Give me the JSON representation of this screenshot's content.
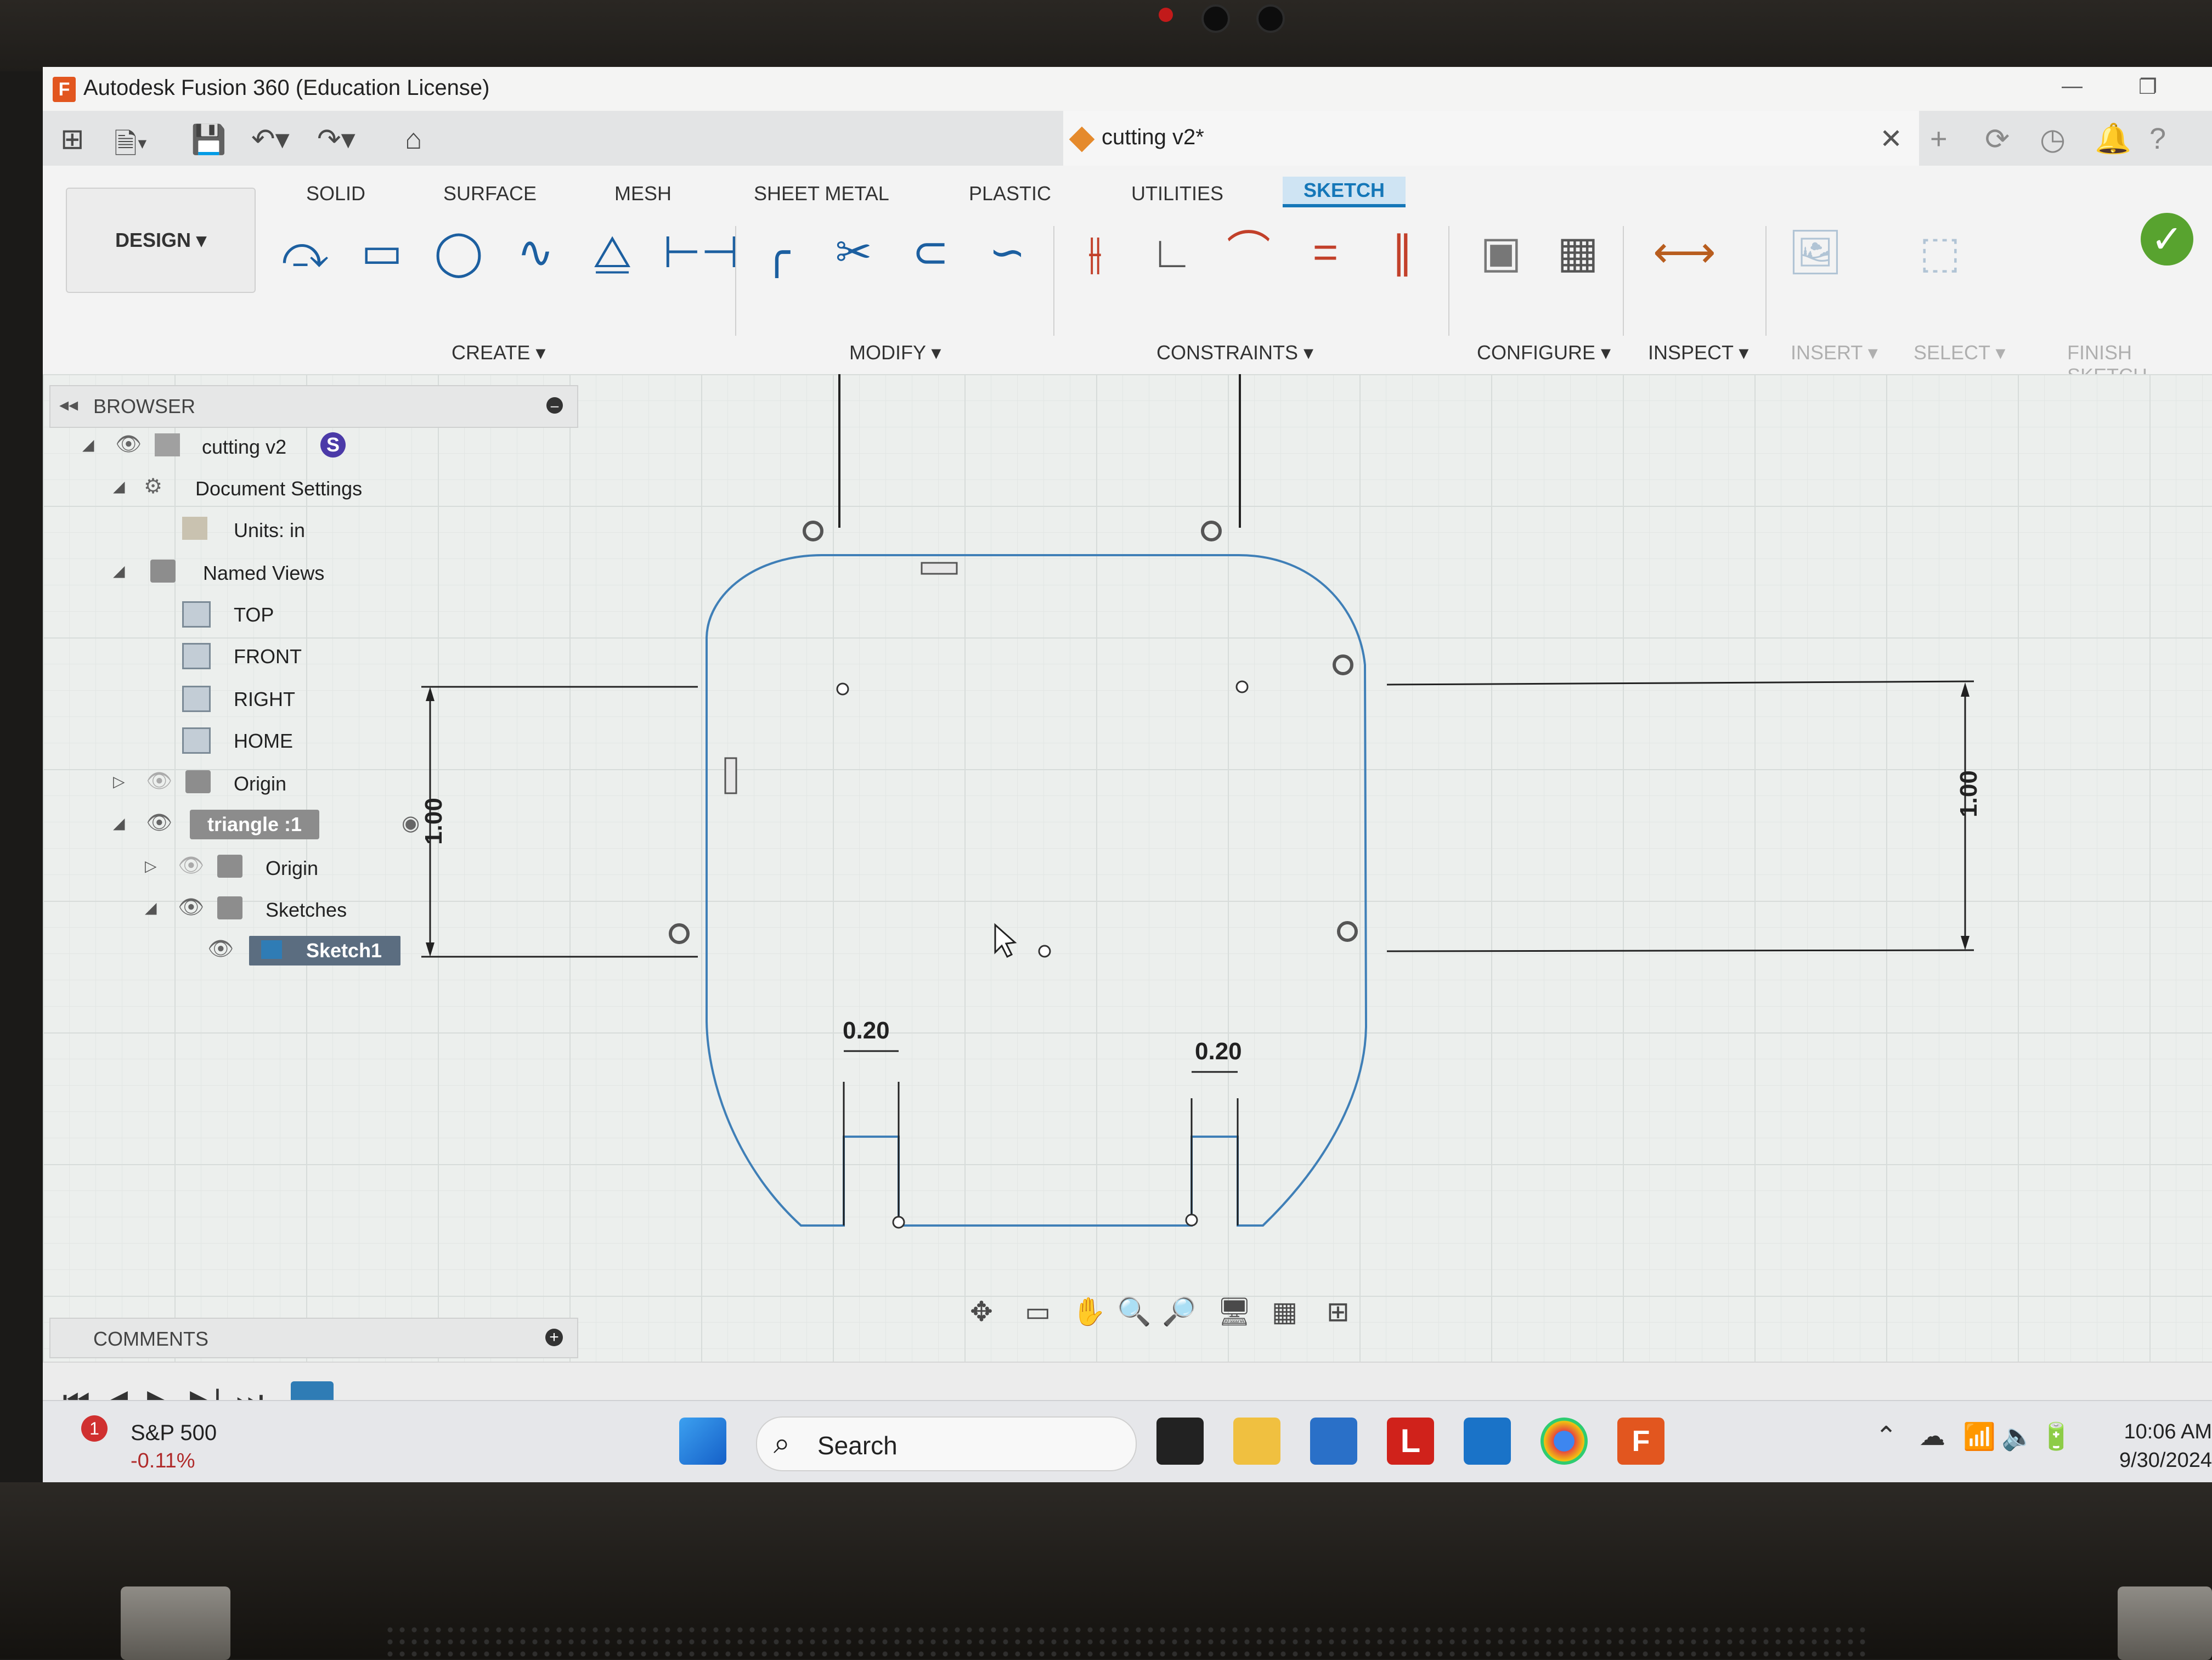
{
  "window": {
    "title": "Autodesk Fusion 360 (Education License)"
  },
  "document": {
    "title": "cutting v2*",
    "close": "✕"
  },
  "toolbar": {
    "workspace": "DESIGN ▾",
    "tabs": [
      "SOLID",
      "SURFACE",
      "MESH",
      "SHEET METAL",
      "PLASTIC",
      "UTILITIES",
      "SKETCH"
    ],
    "active_tab": "SKETCH",
    "groups": {
      "create": "CREATE ▾",
      "modify": "MODIFY ▾",
      "constraints": "CONSTRAINTS ▾",
      "configure": "CONFIGURE ▾",
      "inspect": "INSPECT ▾",
      "insert": "INSERT ▾",
      "select": "SELECT ▾",
      "finish": "FINISH SKETCH"
    }
  },
  "browser": {
    "title": "BROWSER",
    "root": {
      "label": "cutting v2",
      "badge": "S"
    },
    "document_settings": "Document Settings",
    "units": "Units: in",
    "named_views": "Named Views",
    "views": [
      "TOP",
      "FRONT",
      "RIGHT",
      "HOME"
    ],
    "origin": "Origin",
    "component": "triangle :1",
    "component_origin": "Origin",
    "sketches": "Sketches",
    "sketch1": "Sketch1"
  },
  "comments": {
    "title": "COMMENTS"
  },
  "dimensions": {
    "left_height": "1.00",
    "right_height": "1.00",
    "slot_left": "0.20",
    "slot_right": "0.20"
  },
  "taskbar": {
    "search_placeholder": "Search",
    "stock_badge": "1",
    "stock_name": "S&P 500",
    "stock_change": "-0.11%",
    "time": "10:06 AM",
    "date": "9/30/2024"
  },
  "colors": {
    "accent": "#1577b8",
    "sketch_line": "#3f7fb7",
    "finish_green": "#58a32f"
  }
}
